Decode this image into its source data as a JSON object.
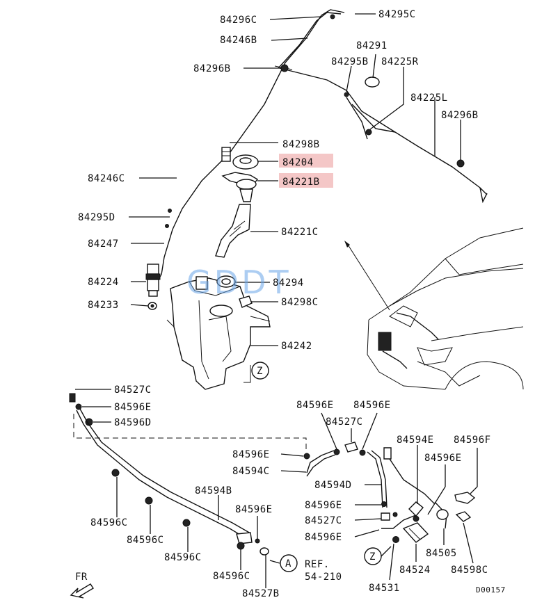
{
  "watermark": "GDDT",
  "diagram_code": "D00157",
  "fr_label": "FR",
  "reference": {
    "circle": "A",
    "line1": "REF.",
    "line2": "54-210"
  },
  "circle_z": "Z",
  "highlight_color": "#f4c7c7",
  "labels": {
    "p84296c": "84296C",
    "p84295c": "84295C",
    "p84246b": "84246B",
    "p84291": "84291",
    "p84296b_left": "84296B",
    "p84295b": "84295B",
    "p84225r": "84225R",
    "p84225l": "84225L",
    "p84296b_right": "84296B",
    "p84298b": "84298B",
    "p84204": "84204",
    "p84221b": "84221B",
    "p84246c": "84246C",
    "p84295d": "84295D",
    "p84221c": "84221C",
    "p84247": "84247",
    "p84224": "84224",
    "p84294": "84294",
    "p84233": "84233",
    "p84298c_top": "84298C",
    "p84242": "84242",
    "p84527c_left": "84527C",
    "p84596e_left": "84596E",
    "p84596d": "84596D",
    "p84596e_mid1": "84596E",
    "p84596e_mid2": "84596E",
    "p84527c_mid": "84527C",
    "p84594e": "84594E",
    "p84596f": "84596F",
    "p84596e_a": "84596E",
    "p84594c": "84594C",
    "p84596e_b": "84596E",
    "p84594d": "84594D",
    "p84596e_c": "84596E",
    "p84527c_low": "84527C",
    "p84596e_d": "84596E",
    "p84594b": "84594B",
    "p84596e_e": "84596E",
    "p84596c_1": "84596C",
    "p84596c_2": "84596C",
    "p84596c_3": "84596C",
    "p84596c_4": "84596C",
    "p84527b": "84527B",
    "p84505": "84505",
    "p84524": "84524",
    "p84531": "84531",
    "p84598c": "84598C"
  }
}
